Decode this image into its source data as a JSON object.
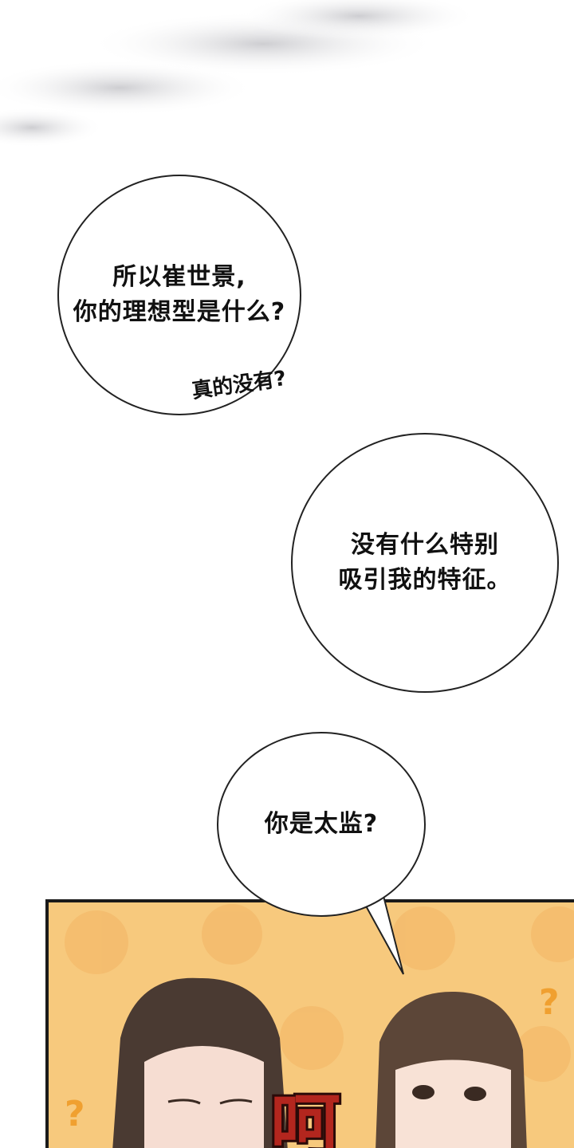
{
  "bubbles": {
    "ideal_type": "所以崔世景,\n你的理想型是什么?",
    "really_none": "真的没有?",
    "no_features": "没有什么特别\n吸引我的特征。",
    "eunuch": "你是太监?"
  },
  "panel": {
    "sfx_text": "呵",
    "question_mark": "?"
  },
  "colors": {
    "panel_bg": "#f7c97d",
    "sfx": "#b3261e"
  }
}
